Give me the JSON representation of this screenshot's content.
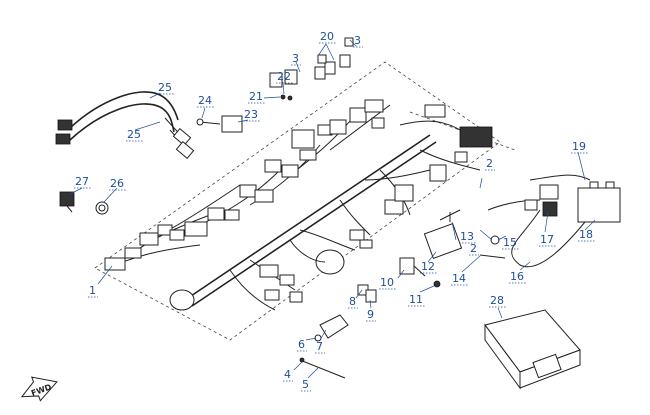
{
  "fwd_text": "FWD",
  "callouts": [
    {
      "id": "label-1",
      "text": "1"
    },
    {
      "id": "label-2a",
      "text": "2"
    },
    {
      "id": "label-2b",
      "text": "2"
    },
    {
      "id": "label-3a",
      "text": "3"
    },
    {
      "id": "label-3b",
      "text": "3"
    },
    {
      "id": "label-4",
      "text": "4"
    },
    {
      "id": "label-5",
      "text": "5"
    },
    {
      "id": "label-6",
      "text": "6"
    },
    {
      "id": "label-7",
      "text": "7"
    },
    {
      "id": "label-8",
      "text": "8"
    },
    {
      "id": "label-9",
      "text": "9"
    },
    {
      "id": "label-10",
      "text": "10"
    },
    {
      "id": "label-11",
      "text": "11"
    },
    {
      "id": "label-12",
      "text": "12"
    },
    {
      "id": "label-13",
      "text": "13"
    },
    {
      "id": "label-14",
      "text": "14"
    },
    {
      "id": "label-15",
      "text": "15"
    },
    {
      "id": "label-16",
      "text": "16"
    },
    {
      "id": "label-17",
      "text": "17"
    },
    {
      "id": "label-18",
      "text": "18"
    },
    {
      "id": "label-19",
      "text": "19"
    },
    {
      "id": "label-20",
      "text": "20"
    },
    {
      "id": "label-21",
      "text": "21"
    },
    {
      "id": "label-22",
      "text": "22"
    },
    {
      "id": "label-23",
      "text": "23"
    },
    {
      "id": "label-24",
      "text": "24"
    },
    {
      "id": "label-25a",
      "text": "25"
    },
    {
      "id": "label-25b",
      "text": "25"
    },
    {
      "id": "label-26",
      "text": "26"
    },
    {
      "id": "label-27",
      "text": "27"
    },
    {
      "id": "label-28",
      "text": "28"
    }
  ]
}
